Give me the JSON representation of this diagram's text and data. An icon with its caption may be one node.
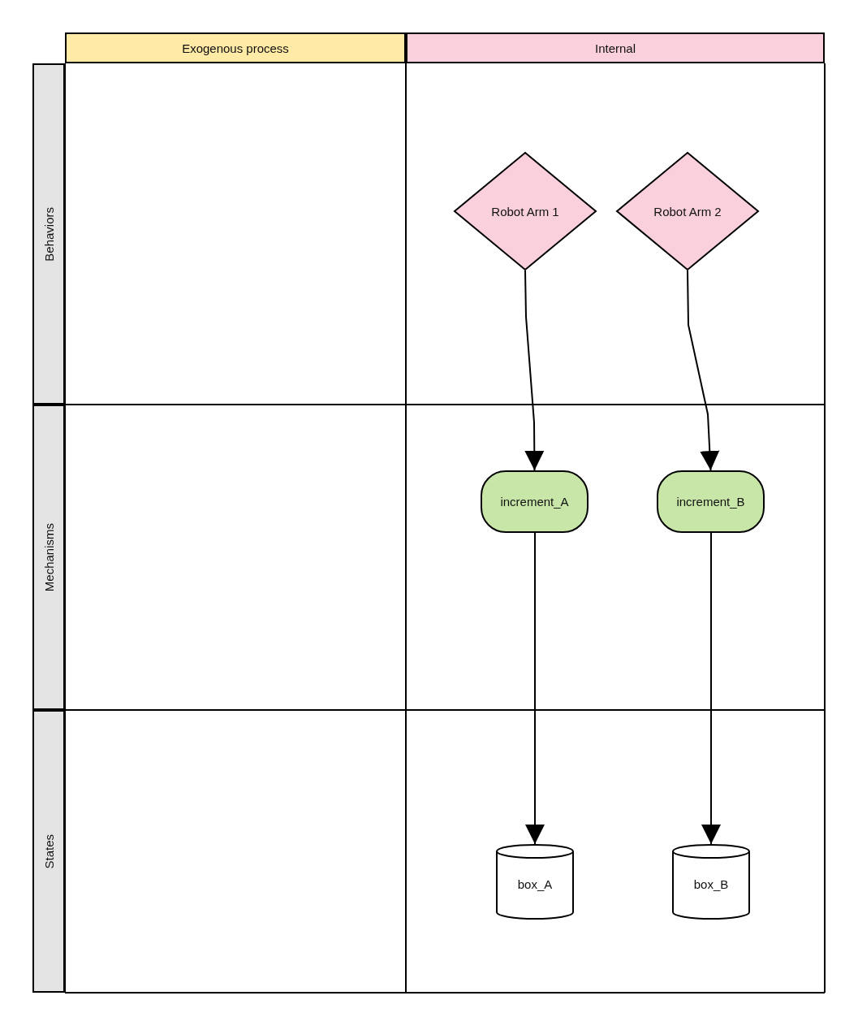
{
  "diagram": {
    "nodes": [
      {
        "text": [
          "Exogenous process"
        ]
      },
      {
        "text": [
          "Internal"
        ]
      },
      {
        "text": [
          "Behaviors"
        ]
      },
      {
        "text": [
          "Mechanisms"
        ]
      },
      {
        "text": [
          "States"
        ]
      },
      {
        "text": [
          "Robot Arm 1"
        ]
      },
      {
        "text": [
          "Robot Arm 2"
        ]
      },
      {
        "text": [
          "increment_A"
        ]
      },
      {
        "text": [
          "increment_B"
        ]
      },
      {
        "text": [
          "box_A"
        ]
      },
      {
        "text": [
          "box_B"
        ]
      }
    ],
    "edges": [
      {
        "from": 5,
        "to": 7,
        "arrow": "to"
      },
      {
        "from": 6,
        "to": 8,
        "arrow": "to"
      },
      {
        "from": 7,
        "to": 9,
        "arrow": "to"
      },
      {
        "from": 8,
        "to": 10,
        "arrow": "to"
      }
    ]
  }
}
